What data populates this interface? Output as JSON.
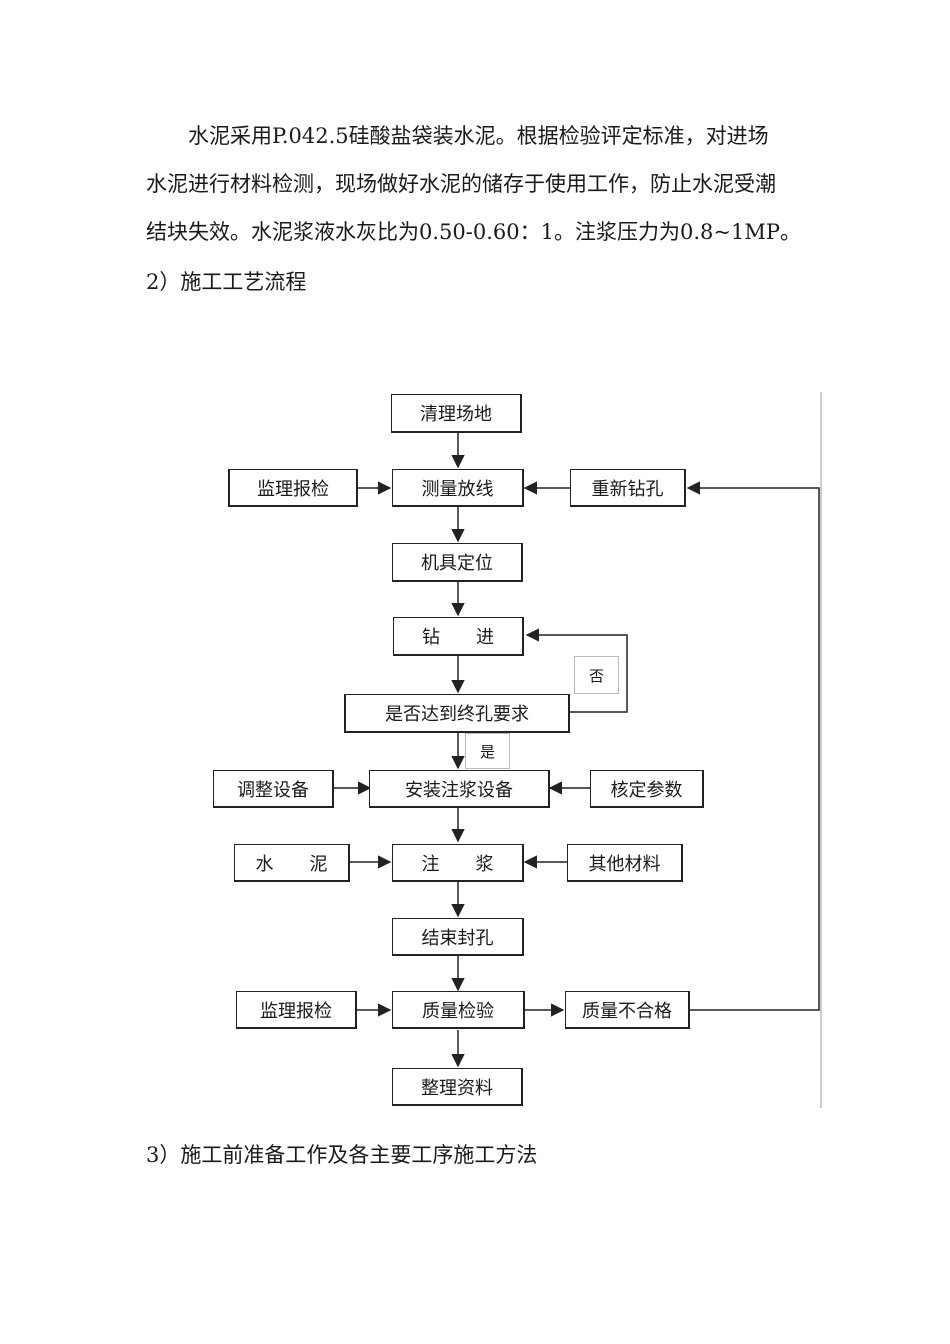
{
  "intro": {
    "line1": "水泥采用P.042.5硅酸盐袋装水泥。根据检验评定标准，对进场",
    "line2": "水泥进行材料检测，现场做好水泥的储存于使用工作，防止水泥受潮",
    "line3": "结块失效。水泥浆液水灰比为0.50-0.60：1。注浆压力为0.8~1MP。"
  },
  "section2_title": "2）施工工艺流程",
  "flow": {
    "qingli": "清理场地",
    "jianli1": "监理报检",
    "celiang": "测量放线",
    "chongxin": "重新钻孔",
    "jiju": "机具定位",
    "zuanjin": "钻　　进",
    "fou": "否",
    "shifou": "是否达到终孔要求",
    "shi": "是",
    "tiaozheng": "调整设备",
    "anzhuang": "安装注浆设备",
    "heding": "核定参数",
    "shuini": "水　　泥",
    "zhujiang": "注　　浆",
    "qita": "其他材料",
    "jieshu": "结束封孔",
    "jianli2": "监理报检",
    "zhiliang": "质量检验",
    "buhege": "质量不合格",
    "zhengli": "整理资料"
  },
  "section3_title": "3）施工前准备工作及各主要工序施工方法"
}
